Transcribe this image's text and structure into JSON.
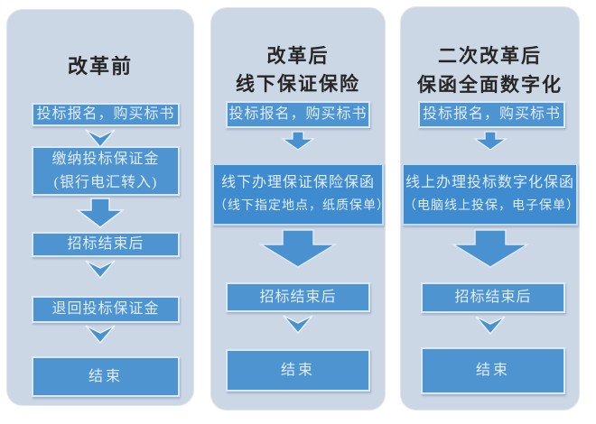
{
  "palette": {
    "page_bg": "#ffffff",
    "panel_bg": "#ccd7e6",
    "box_blue": "#4d94d0",
    "box_blue_deep": "#3e8ccf",
    "box_text": "#e2ecf8",
    "title_text": "#262626",
    "arrow_fill": "#4a91cf",
    "arrow_outline": "#e8f1fa"
  },
  "columns": [
    {
      "id": "before-reform",
      "title_lines": [
        "改革前"
      ],
      "steps": [
        {
          "lines": [
            "投标报名，购买标书"
          ]
        },
        {
          "lines": [
            "缴纳投标保证金",
            "(银行电汇转入)"
          ]
        },
        {
          "lines": [
            "招标结束后"
          ]
        },
        {
          "lines": [
            "退回投标保证金"
          ]
        },
        {
          "lines": [
            "结束"
          ]
        }
      ],
      "arrows": [
        "chevron-down",
        "block-down-medium",
        "chevron-down",
        "chevron-down"
      ]
    },
    {
      "id": "after-reform-offline-insurance",
      "title_lines": [
        "改革后",
        "线下保证保险"
      ],
      "steps": [
        {
          "lines": [
            "投标报名，购买标书"
          ]
        },
        {
          "lines": [
            "线下办理保证保险保函",
            "（线下指定地点，纸质保单）"
          ]
        },
        {
          "lines": [
            "招标结束后"
          ]
        },
        {
          "lines": [
            "结束"
          ]
        }
      ],
      "arrows": [
        "block-down-small",
        "block-down-large",
        "chevron-down"
      ]
    },
    {
      "id": "second-reform-digital-guarantee",
      "title_lines": [
        "二次改革后",
        "保函全面数字化"
      ],
      "steps": [
        {
          "lines": [
            "投标报名，购买标书"
          ]
        },
        {
          "lines": [
            "线上办理投标数字化保函",
            "（电脑线上投保，电子保单）"
          ]
        },
        {
          "lines": [
            "招标结束后"
          ]
        },
        {
          "lines": [
            "结束"
          ]
        }
      ],
      "arrows": [
        "block-down-small",
        "block-down-large",
        "chevron-down"
      ]
    }
  ]
}
